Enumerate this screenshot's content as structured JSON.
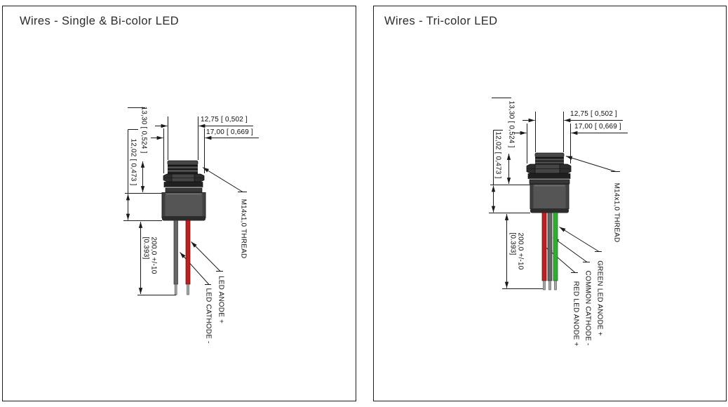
{
  "panels": {
    "left": {
      "title": "Wires - Single & Bi-color LED",
      "dims": {
        "upper_height": "13,30 [ 0,524 ]",
        "lower_height": "12,02 [ 0,473 ]",
        "thread_diameter": "12,75 [ 0,502 ]",
        "nut_width": "17,00 [ 0,669 ]",
        "wire_length": "200,0 +/-10",
        "wire_length_inches": "[0.393]",
        "thread_spec": "M14x1,0 THREAD"
      },
      "wire_labels": {
        "anode": "LED ANODE +",
        "cathode": "LED CATHODE -"
      }
    },
    "right": {
      "title": "Wires - Tri-color LED",
      "dims": {
        "upper_height": "13,30 [ 0,524 ]",
        "lower_height": "12,02 [ 0,473 ]",
        "thread_diameter": "12,75 [ 0,502 ]",
        "nut_width": "17,00 [ 0,669 ]",
        "wire_length": "200,0 +/-10",
        "wire_length_inches": "[0.393]",
        "thread_spec": "M14x1,0 THREAD"
      },
      "wire_labels": {
        "green_anode": "GREEN LED ANODE +",
        "common_cathode": "COMMON CATHODE -",
        "red_anode": "RED LED ANODE +"
      }
    }
  },
  "colors": {
    "red_wire": "#bf1f1f",
    "green_wire": "#2fae2f",
    "gray_wire": "#666666",
    "stripped_tip": "#a6a6a6",
    "line": "#1a1a1a"
  }
}
